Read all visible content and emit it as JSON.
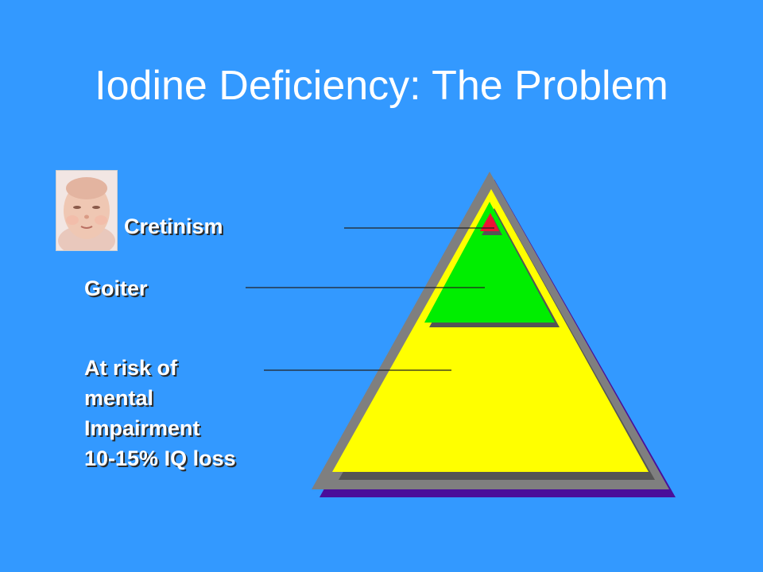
{
  "title": "Iodine Deficiency: The Problem",
  "labels": {
    "cretinism": "Cretinism",
    "goiter": "Goiter",
    "risk": [
      "At risk of",
      "mental",
      "Impairment",
      "10-15% IQ loss"
    ]
  },
  "colors": {
    "background": "#3399ff",
    "base_layer": "#ffff00",
    "middle_layer": "#00ee00",
    "top_layer": "#ee1133"
  }
}
